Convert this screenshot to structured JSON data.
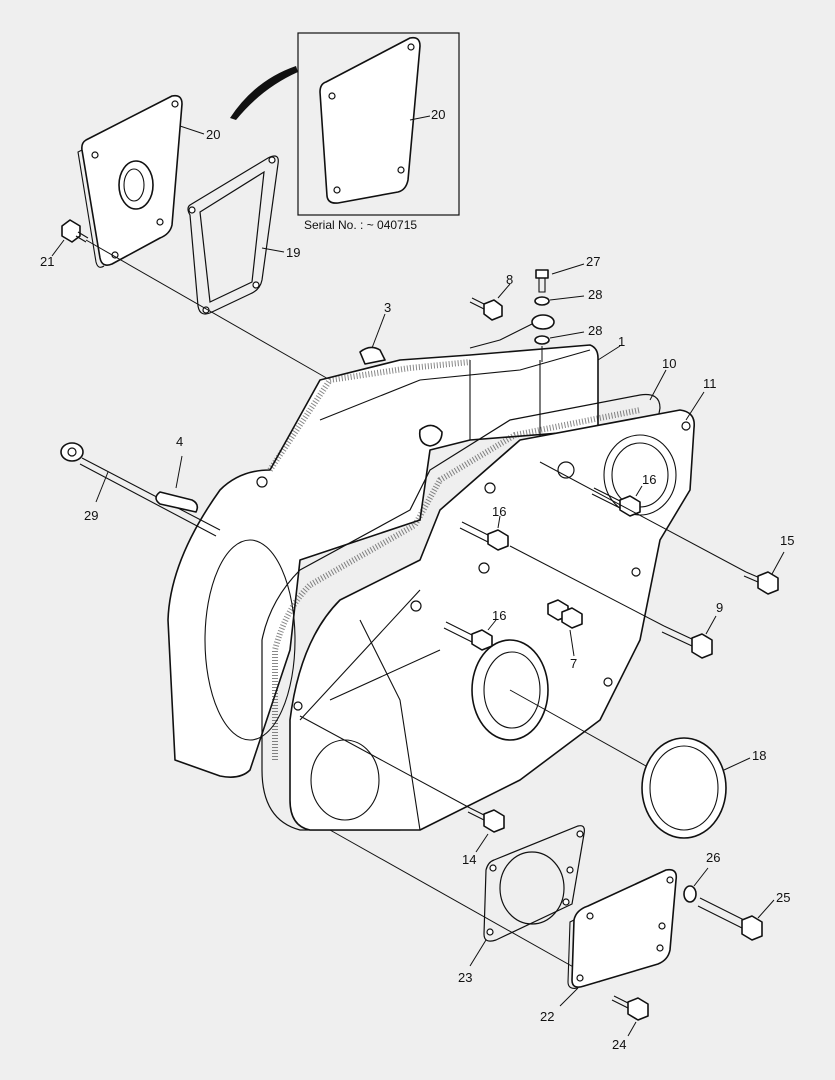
{
  "inset": {
    "serial_label": "Serial No. :  ~ 040715"
  },
  "callouts": {
    "c1": "1",
    "c3": "3",
    "c4": "4",
    "c7": "7",
    "c8": "8",
    "c9": "9",
    "c10": "10",
    "c11": "11",
    "c14": "14",
    "c15": "15",
    "c16a": "16",
    "c16b": "16",
    "c16c": "16",
    "c18": "18",
    "c19": "19",
    "c20a": "20",
    "c20b": "20",
    "c21": "21",
    "c22": "22",
    "c23": "23",
    "c24": "24",
    "c25": "25",
    "c26": "26",
    "c27": "27",
    "c28a": "28",
    "c28b": "28",
    "c29": "29"
  }
}
